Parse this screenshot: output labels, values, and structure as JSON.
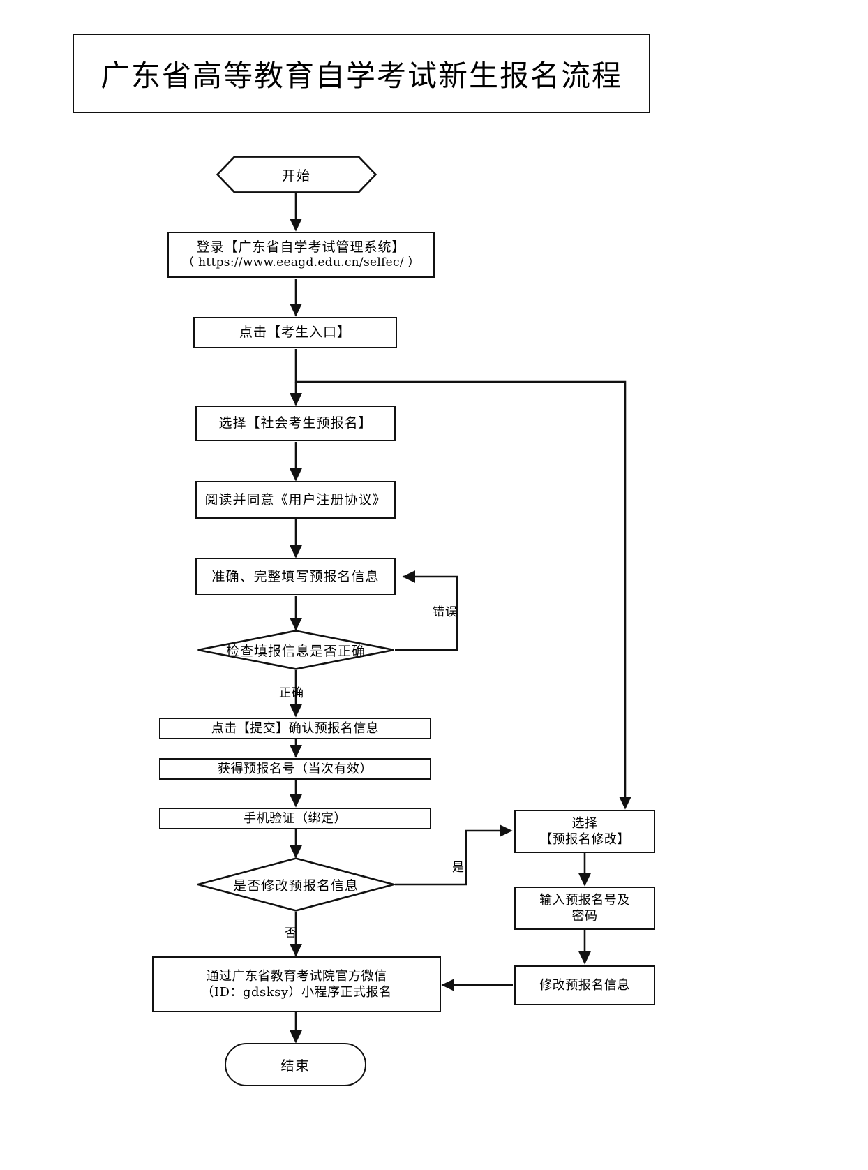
{
  "document": {
    "title": "广东省高等教育自学考试新生报名流程"
  },
  "flowchart": {
    "type": "flowchart",
    "orientation": "top-to-bottom",
    "nodes": [
      {
        "id": "start",
        "shape": "hexagon",
        "label": "开始"
      },
      {
        "id": "login",
        "shape": "rectangle",
        "label": "登录【广东省自学考试管理系统】",
        "sublabel": "（ https://www.eeagd.edu.cn/selfec/ ）"
      },
      {
        "id": "entry",
        "shape": "rectangle",
        "label": "点击【考生入口】"
      },
      {
        "id": "prereg",
        "shape": "rectangle",
        "label": "选择【社会考生预报名】"
      },
      {
        "id": "agreement",
        "shape": "rectangle",
        "label": "阅读并同意《用户注册协议》"
      },
      {
        "id": "fillinfo",
        "shape": "rectangle",
        "label": "准确、完整填写预报名信息"
      },
      {
        "id": "checkinfo",
        "shape": "diamond",
        "label": "检查填报信息是否正确"
      },
      {
        "id": "submit",
        "shape": "rectangle",
        "label": "点击【提交】确认预报名信息"
      },
      {
        "id": "getnumber",
        "shape": "rectangle",
        "label": "获得预报名号（当次有效）"
      },
      {
        "id": "phoneverify",
        "shape": "rectangle",
        "label": "手机验证（绑定）"
      },
      {
        "id": "modifyask",
        "shape": "diamond",
        "label": "是否修改预报名信息"
      },
      {
        "id": "selectmodify",
        "shape": "rectangle",
        "label": "选择\n【预报名修改】"
      },
      {
        "id": "inputcred",
        "shape": "rectangle",
        "label": "输入预报名号及\n密码"
      },
      {
        "id": "modifyinfo",
        "shape": "rectangle",
        "label": "修改预报名信息"
      },
      {
        "id": "wechat",
        "shape": "rectangle",
        "label": "通过广东省教育考试院官方微信",
        "sublabel": "（ID：gdsksy）小程序正式报名"
      },
      {
        "id": "end",
        "shape": "stadium",
        "label": "结束"
      }
    ],
    "edges": [
      {
        "from": "start",
        "to": "login",
        "label": ""
      },
      {
        "from": "login",
        "to": "entry",
        "label": ""
      },
      {
        "from": "entry",
        "to": "prereg",
        "label": ""
      },
      {
        "from": "entry",
        "to": "selectmodify",
        "label": ""
      },
      {
        "from": "prereg",
        "to": "agreement",
        "label": ""
      },
      {
        "from": "agreement",
        "to": "fillinfo",
        "label": ""
      },
      {
        "from": "fillinfo",
        "to": "checkinfo",
        "label": ""
      },
      {
        "from": "checkinfo",
        "to": "fillinfo",
        "label": "错误"
      },
      {
        "from": "checkinfo",
        "to": "submit",
        "label": "正确"
      },
      {
        "from": "submit",
        "to": "getnumber",
        "label": ""
      },
      {
        "from": "getnumber",
        "to": "phoneverify",
        "label": ""
      },
      {
        "from": "phoneverify",
        "to": "modifyask",
        "label": ""
      },
      {
        "from": "modifyask",
        "to": "selectmodify",
        "label": "是"
      },
      {
        "from": "modifyask",
        "to": "wechat",
        "label": "否"
      },
      {
        "from": "selectmodify",
        "to": "inputcred",
        "label": ""
      },
      {
        "from": "inputcred",
        "to": "modifyinfo",
        "label": ""
      },
      {
        "from": "modifyinfo",
        "to": "wechat",
        "label": ""
      },
      {
        "from": "wechat",
        "to": "end",
        "label": ""
      }
    ],
    "edge_labels": {
      "error": "错误",
      "correct": "正确",
      "yes": "是",
      "no": "否"
    },
    "colors": {
      "stroke": "#111111",
      "fill": "#ffffff",
      "text": "#000000"
    }
  }
}
